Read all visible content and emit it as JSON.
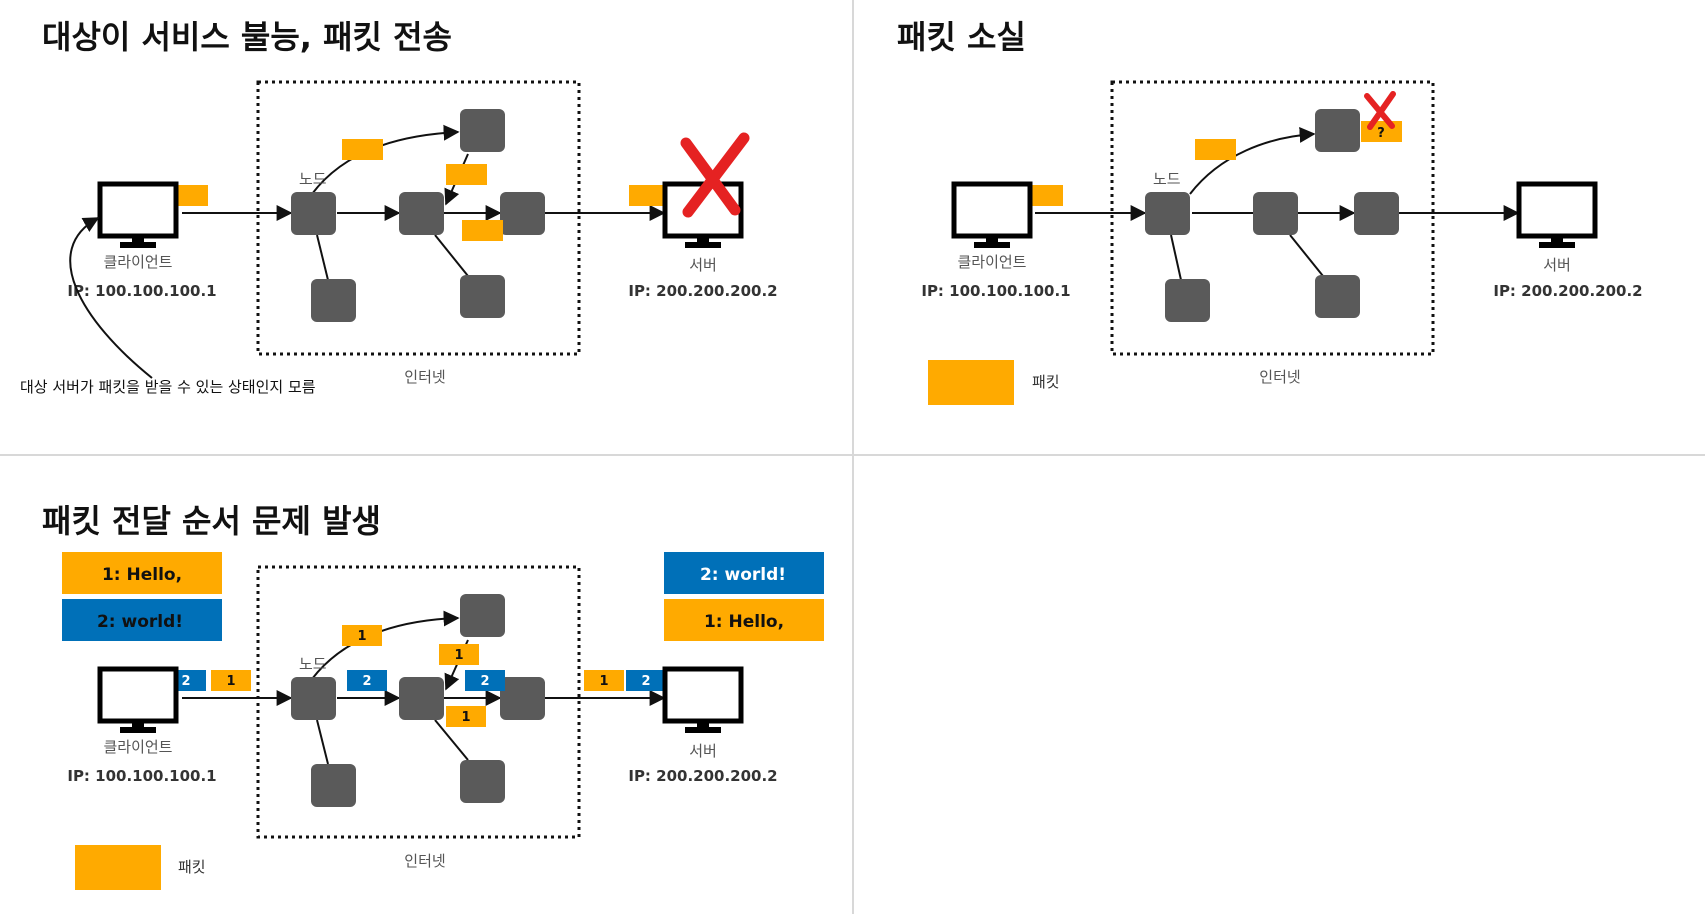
{
  "colors": {
    "packet_orange": "#FFAA00",
    "packet_blue": "#0070B8",
    "node_gray": "#5A5A5A",
    "error_red": "#E52222"
  },
  "panel_unreachable": {
    "title": "대상이 서비스 불능, 패킷 전송",
    "node_label": "노드",
    "client_label": "클라이언트",
    "client_ip": "IP: 100.100.100.1",
    "server_label": "서버",
    "server_ip": "IP: 200.200.200.2",
    "internet_label": "인터넷",
    "note": "대상 서버가 패킷을 받을 수 있는 상태인지 모름"
  },
  "panel_loss": {
    "title": "패킷 소실",
    "node_label": "노드",
    "client_label": "클라이언트",
    "client_ip": "IP: 100.100.100.1",
    "server_label": "서버",
    "server_ip": "IP: 200.200.200.2",
    "internet_label": "인터넷",
    "legend_label": "패킷",
    "lost_mark": "?"
  },
  "panel_order": {
    "title": "패킷 전달 순서 문제 발생",
    "node_label": "노드",
    "client_label": "클라이언트",
    "client_ip": "IP: 100.100.100.1",
    "server_label": "서버",
    "server_ip": "IP: 200.200.200.2",
    "internet_label": "인터넷",
    "legend_label": "패킷",
    "sent_messages": [
      "1: Hello,",
      "2:  world!"
    ],
    "received_messages": [
      "2:  world!",
      "1: Hello,"
    ],
    "packet_one": "1",
    "packet_two": "2"
  }
}
